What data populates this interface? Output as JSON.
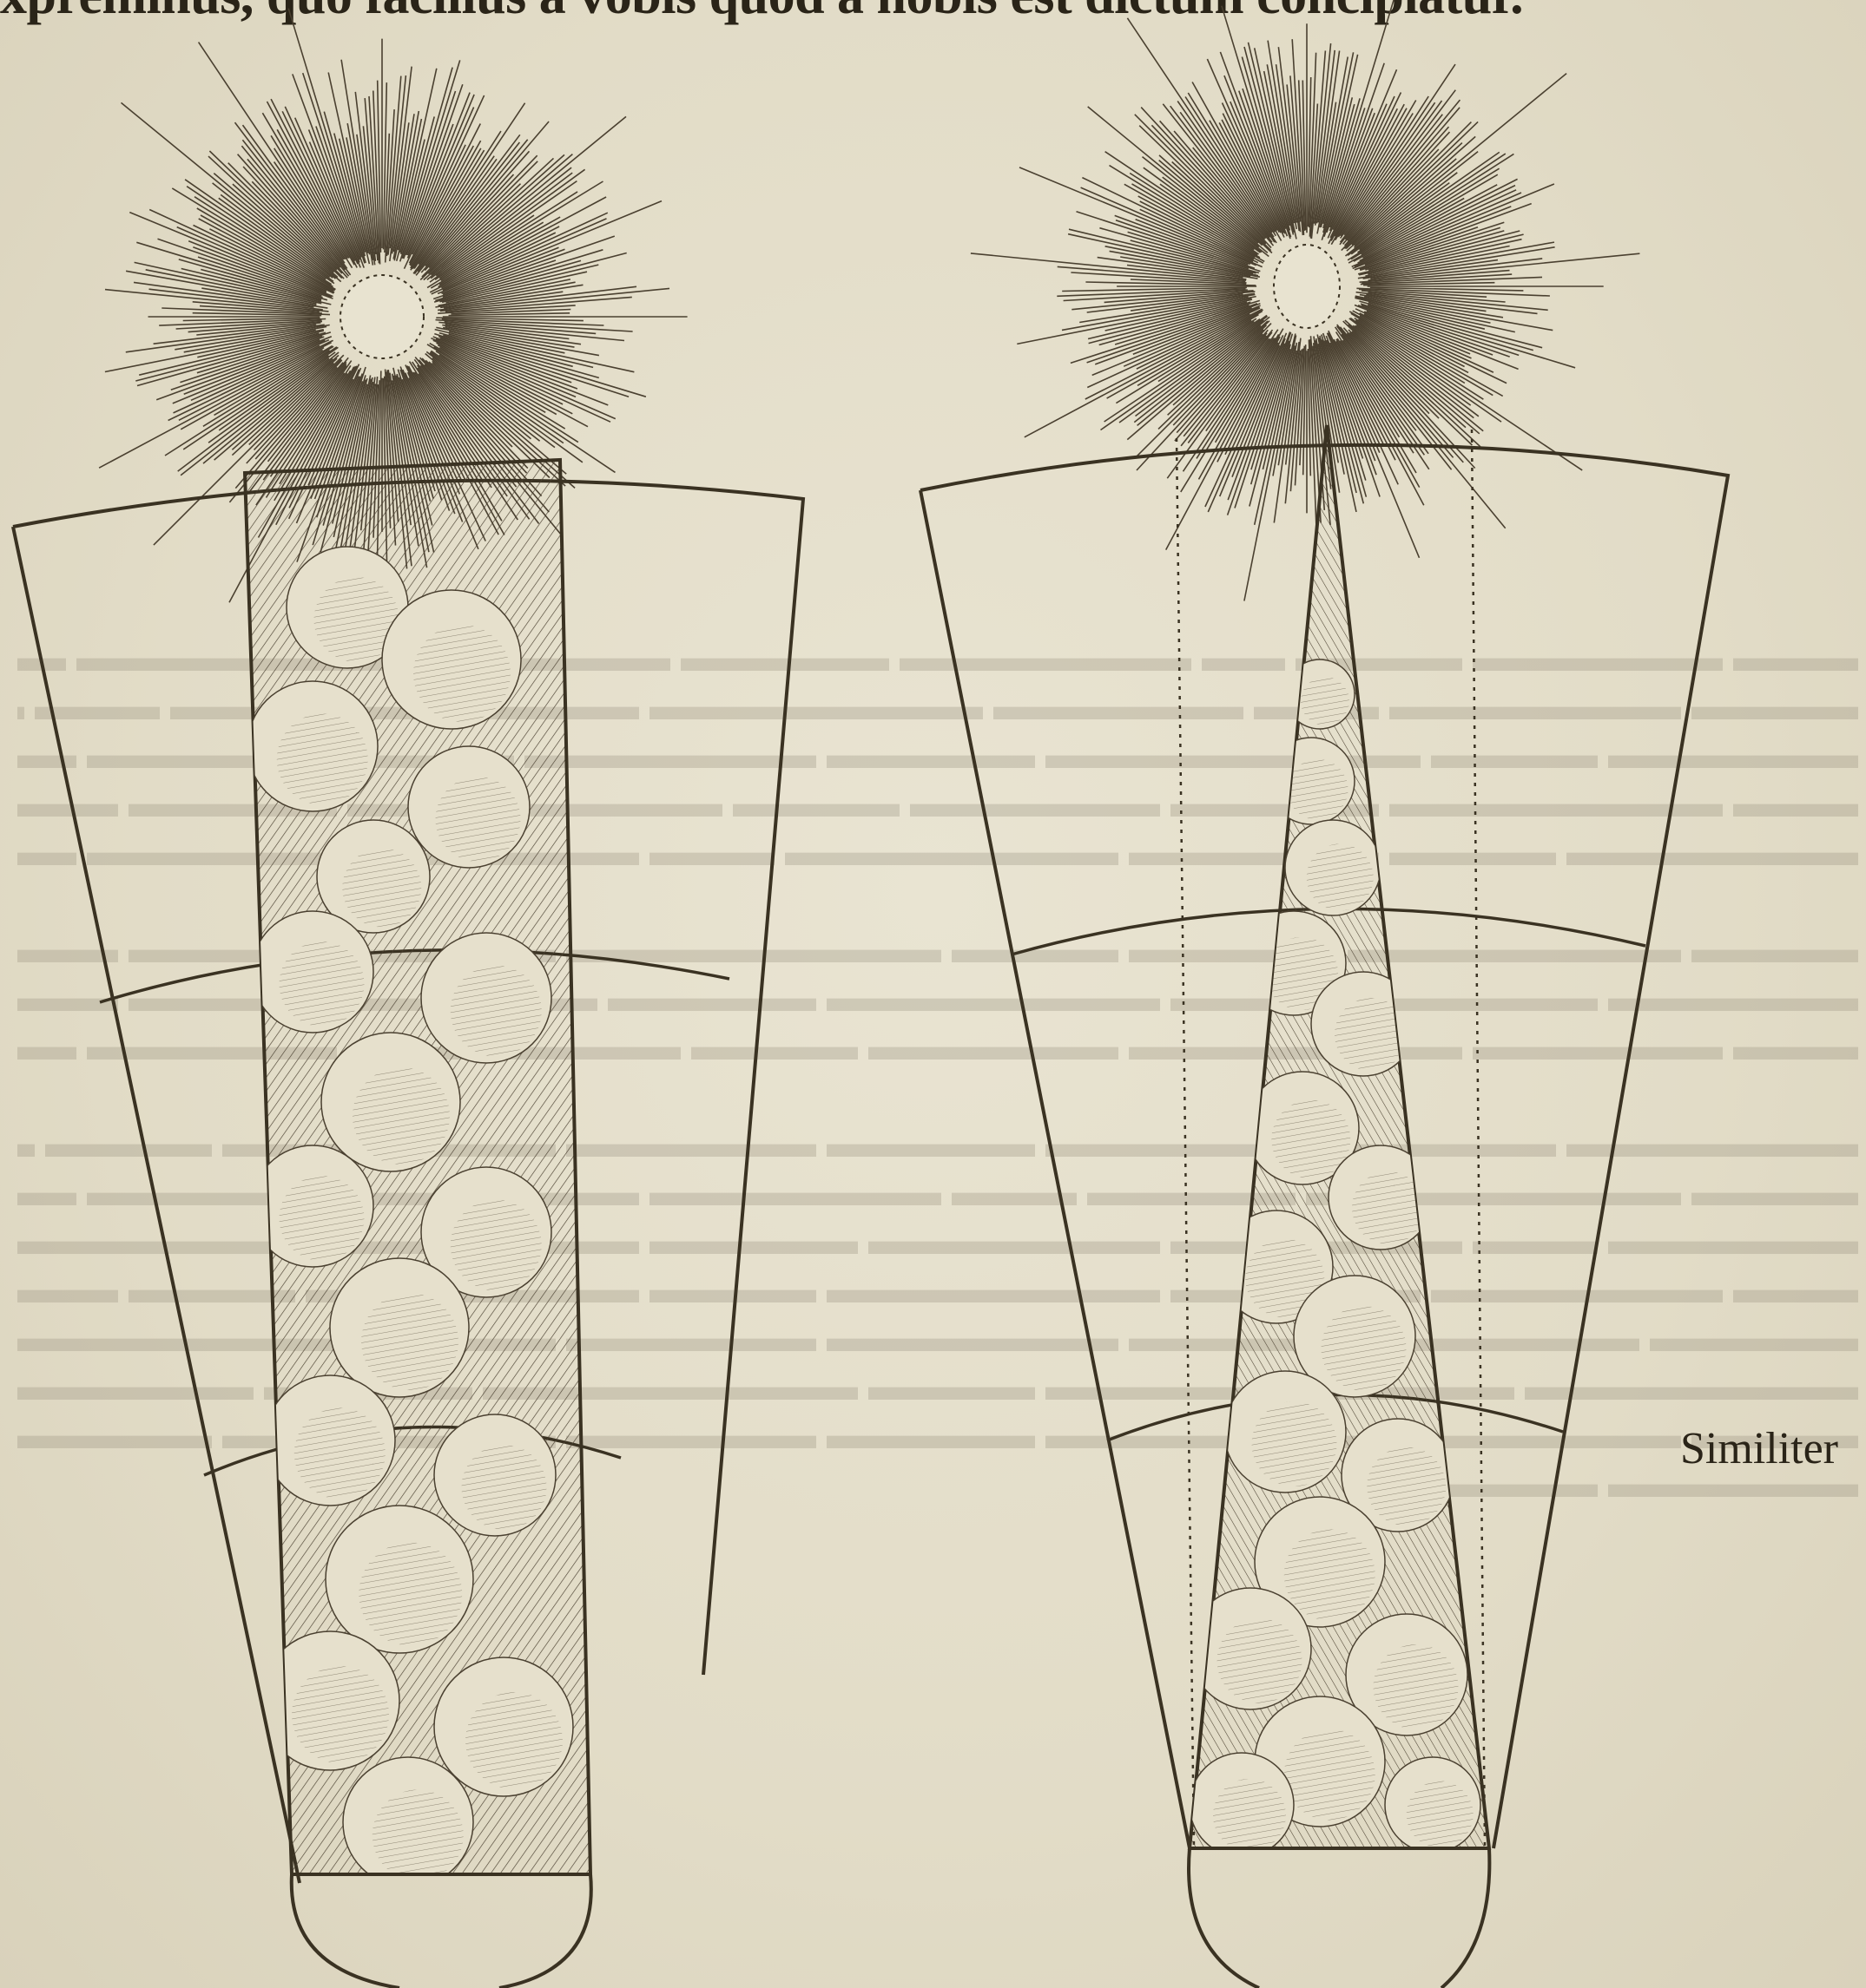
{
  "page": {
    "header_text": "xpreminus, quo facilius a vobis quod a nobis est dictum concipiatur.",
    "catchword": "Similiter"
  },
  "illustration": {
    "left_figure": "comet with column-shaped cloudy tail",
    "right_figure": "comet with cone-shaped cloudy tail"
  },
  "colors": {
    "paper": "#e3ddc9",
    "ink": "#3a3222",
    "bleed_through": "#8f8775"
  }
}
